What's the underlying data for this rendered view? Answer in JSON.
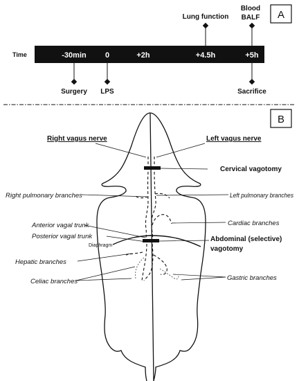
{
  "panel_a": {
    "letter": "A",
    "timeline_label": "Time",
    "times": [
      "-30min",
      "0",
      "+2h",
      "+4.5h",
      "+5h"
    ],
    "events_above": [
      {
        "label": "Lung function"
      },
      {
        "label": "Blood"
      },
      {
        "label": "BALF"
      }
    ],
    "events_below": [
      {
        "label": "Surgery"
      },
      {
        "label": "LPS"
      },
      {
        "label": "Sacrifice"
      }
    ]
  },
  "panel_b": {
    "letter": "B",
    "labels": {
      "right_vagus": "Right vagus nerve",
      "left_vagus": "Left vagus nerve",
      "cervical_vagotomy": "Cervical vagotomy",
      "right_pulmonary": "Right pulmonary branches",
      "left_pulmonary": "Left pulmonary branches",
      "cardiac": "Cardiac branches",
      "anterior_trunk": "Anterior vagal trunk",
      "posterior_trunk": "Posterior vagal trunk",
      "diaphragm": "Diaphragm",
      "abdominal_vagotomy_1": "Abdominal (selective)",
      "abdominal_vagotomy_2": "vagotomy",
      "hepatic": "Hepatic branches",
      "celiac": "Celiac branches",
      "gastric": "Gastric branches"
    }
  }
}
